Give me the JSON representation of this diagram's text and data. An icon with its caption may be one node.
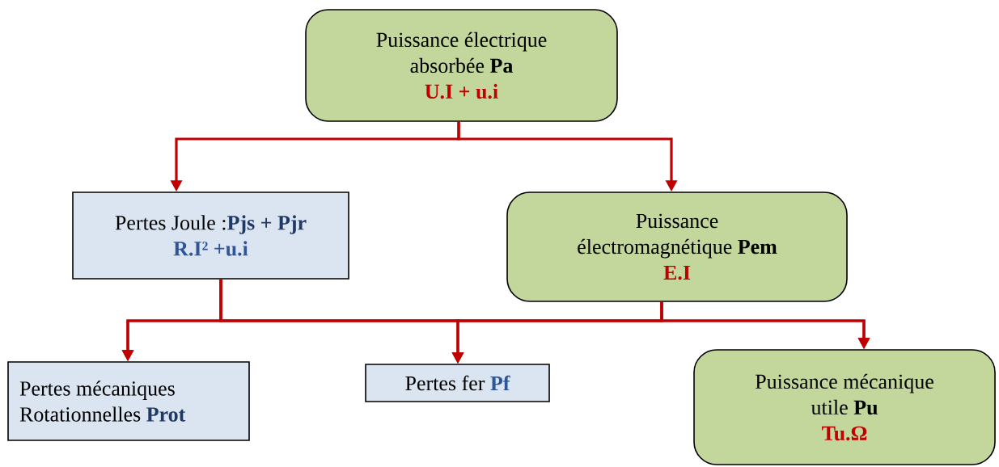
{
  "diagram": {
    "nodes": [
      {
        "text": [
          "Puissance électrique absorbée **Pa**",
          "U.I + u.i"
        ]
      },
      {
        "text": [
          "Pertes Joule :",
          "Pjs + Pjr",
          "R.I² +u.i"
        ]
      },
      {
        "text": [
          "Puissance électromagnétique **Pem**",
          "E.I"
        ]
      },
      {
        "text": [
          "Pertes mécaniques Rotationnelles",
          "Prot"
        ]
      },
      {
        "text": [
          "Pertes fer",
          "Pf"
        ]
      },
      {
        "text": [
          "Puissance mécanique utile **Pu**",
          "Tu.Ω"
        ]
      }
    ],
    "edges": [
      {
        "from": 0,
        "to": 1,
        "arrow": "to"
      },
      {
        "from": 0,
        "to": 2,
        "arrow": "to"
      },
      {
        "from": 1,
        "to": 3,
        "arrow": "to"
      },
      {
        "from": 1,
        "to": 4,
        "arrow": "to"
      },
      {
        "from": 1,
        "to": 5,
        "arrow": "to"
      },
      {
        "from": 2,
        "to": 3,
        "arrow": "to"
      },
      {
        "from": 2,
        "to": 4,
        "arrow": "to"
      },
      {
        "from": 2,
        "to": 5,
        "arrow": "to"
      }
    ]
  }
}
